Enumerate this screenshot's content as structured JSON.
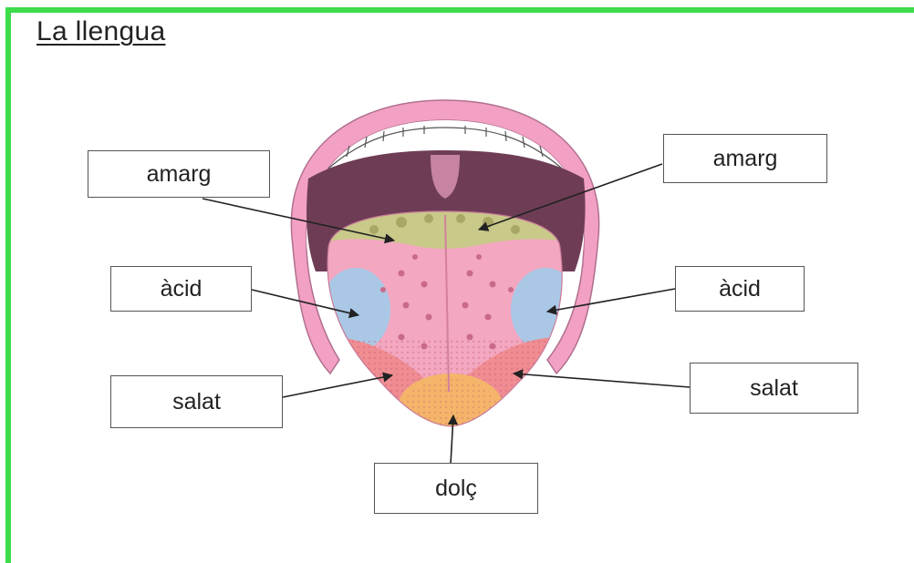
{
  "title": "La llengua",
  "labels": {
    "left_bitter": "amarg",
    "right_bitter": "amarg",
    "left_sour": "àcid",
    "right_sour": "àcid",
    "left_salty": "salat",
    "right_salty": "salat",
    "sweet": "dolç"
  },
  "colors": {
    "frame": "#3ddc4a",
    "lips": "#f2a0c4",
    "mouth_back": "#6e3d55",
    "tongue": "#f3a7c0",
    "bitter_zone": "#c9c98a",
    "sour_zone": "#aac8e6",
    "salty_zone": "#ef8d92",
    "sweet_zone": "#f4b56a"
  }
}
